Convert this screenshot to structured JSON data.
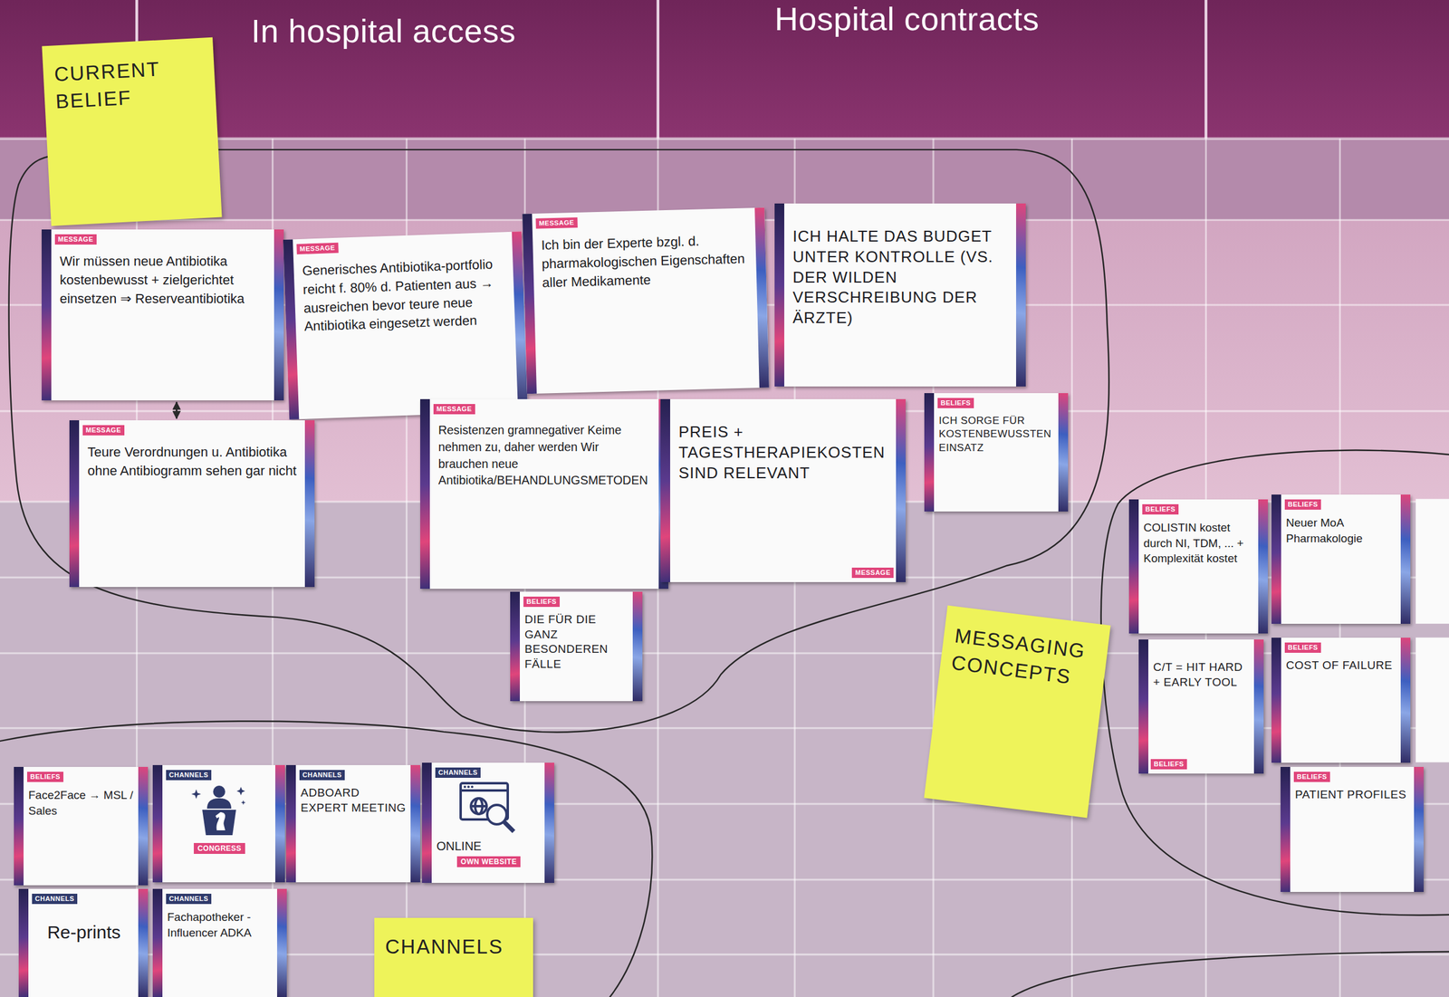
{
  "diagram": {
    "nodes": [
      {
        "text": [
          "CURRENT BELIEF"
        ]
      },
      {
        "text": [
          "MESSAGE",
          "Wir müssen neue Antibiotika kostenbewusst + zielgerichtet einsetzen ⇒ Reserveantibiotika"
        ]
      },
      {
        "text": [
          "MESSAGE",
          "Generisches Antibiotika-portfolio reicht f. 80% d. Patienten aus → ausreichen bevor teure neue Antibiotika eingesetzt werden"
        ]
      },
      {
        "text": [
          "MESSAGE",
          "Ich bin der Experte bzgl. d. pharmakologischen Eigenschaften aller Medikamente"
        ]
      },
      {
        "text": [
          "ICH HALTE DAS BUDGET UNTER KONTROLLE (VS. DER WILDEN VERSCHREIBUNG DER ÄRZTE)"
        ]
      },
      {
        "text": [
          "BELIEFS",
          "ICH SORGE FÜR KOSTENBEWUSSTEN EINSATZ"
        ]
      },
      {
        "text": [
          "MESSAGE",
          "Teure Verordnungen u. Antibiotika ohne Antibiogramm sehen gar nicht"
        ]
      },
      {
        "text": [
          "MESSAGE",
          "Resistenzen gramnegativer Keime nehmen zu, daher werden Wir brauchen neue Antibiotika/BEHANDLUNGSMETODEN"
        ]
      },
      {
        "text": [
          "PREIS + TAGESTHERAPIEKOSTEN SIND RELEVANT",
          "MESSAGE"
        ]
      },
      {
        "text": [
          "BELIEFS",
          "DIE FÜR DIE GANZ BESONDEREN FÄLLE"
        ]
      },
      {
        "text": [
          "BELIEFS",
          "COLISTIN kostet durch NI, TDM, ... + Komplexität kostet"
        ]
      },
      {
        "text": [
          "BELIEFS",
          "Neuer MoA Pharmakologie"
        ]
      },
      {
        "text": [
          "MESSAGING CONCEPTS"
        ]
      },
      {
        "text": [
          "C/T = HIT HARD + EARLY TOOL",
          "BELIEFS"
        ]
      },
      {
        "text": [
          "BELIEFS",
          "COST OF FAILURE"
        ]
      },
      {
        "text": [
          "BELIEFS",
          "PATIENT PROFILES"
        ]
      },
      {
        "text": [
          "BELIEFS",
          "Face2Face → MSL / Sales"
        ]
      },
      {
        "text": [
          "CHANNELS",
          "CONGRESS"
        ]
      },
      {
        "text": [
          "CHANNELS",
          "ADBOARD EXPERT MEETING"
        ]
      },
      {
        "text": [
          "CHANNELS",
          "ONLINE",
          "OWN WEBSITE"
        ]
      },
      {
        "text": [
          "CHANNELS",
          "Re-prints"
        ]
      },
      {
        "text": [
          "CHANNELS",
          "Fachapotheker -Influencer ADKA"
        ]
      },
      {
        "text": [
          "CHANNELS"
        ]
      }
    ],
    "edges": [
      {
        "from": 1,
        "to": 6,
        "arrow": "both"
      }
    ],
    "labels": [
      "In hospital access",
      "Hospital contracts"
    ]
  }
}
